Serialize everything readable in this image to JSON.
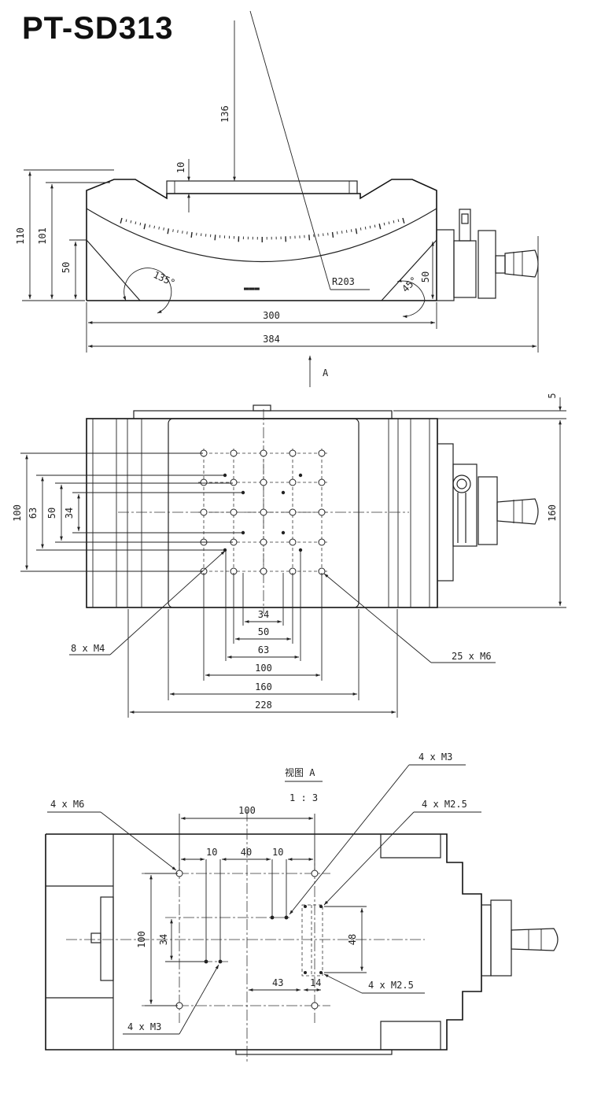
{
  "title": "PT-SD313",
  "front_view": {
    "dims": {
      "h136": "136",
      "h10": "10",
      "h110": "110",
      "h101": "101",
      "h50_left": "50",
      "h50_right": "50",
      "w300": "300",
      "w384": "384",
      "radius": "R203",
      "angle_left": "135°",
      "angle_right": "45°"
    },
    "view_arrow_label": "A"
  },
  "top_view": {
    "dims": {
      "h5": "5",
      "h160": "160",
      "v100": "100",
      "v63": "63",
      "v50": "50",
      "v34": "34",
      "w34": "34",
      "w50": "50",
      "w63": "63",
      "w100": "100",
      "w160": "160",
      "w228": "228"
    },
    "callout_m4": "8 x  M4",
    "callout_m6": "25 x  M6"
  },
  "bottom_view": {
    "title": "视图 A",
    "scale": "1 : 3",
    "dims": {
      "w100": "100",
      "w10a": "10",
      "w40": "40",
      "w10b": "10",
      "v100": "100",
      "v34": "34",
      "v48": "48",
      "w43": "43",
      "w14": "14"
    },
    "callout_m6": "4 x  M6",
    "callout_m3_top": "4 x  M3",
    "callout_m25_top": "4 x  M2.5",
    "callout_m25_bottom": "4 x  M2.5",
    "callout_m3_bottom": "4 x  M3"
  }
}
